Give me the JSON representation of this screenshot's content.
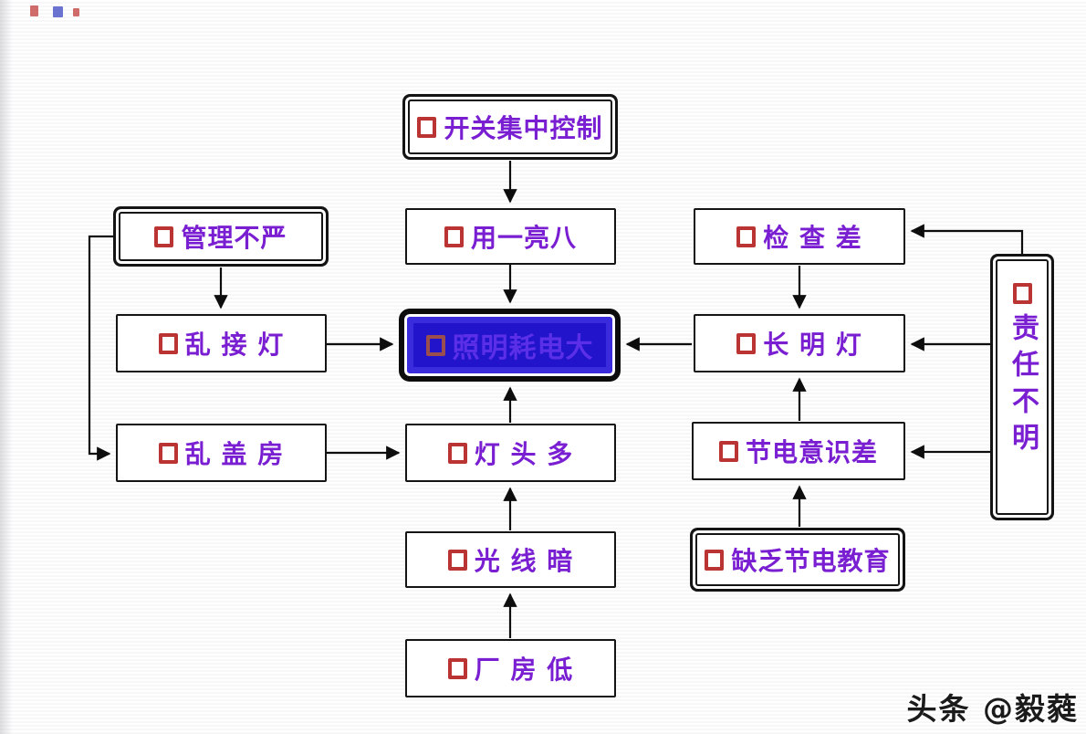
{
  "diagram": {
    "type": "cause-effect-flowchart",
    "subject": "照明耗电大 cause analysis",
    "nodes": [
      {
        "id": "switch-central-control",
        "label": "开关集中控制",
        "border": "double"
      },
      {
        "id": "one-switch-eight-lights",
        "label": "用一亮八",
        "border": "single"
      },
      {
        "id": "management-lax",
        "label": "管理不严",
        "border": "double"
      },
      {
        "id": "inspection-poor",
        "label": "检 查 差",
        "border": "single"
      },
      {
        "id": "random-wiring-lamps",
        "label": "乱 接 灯",
        "border": "single"
      },
      {
        "id": "lighting-power-consumption-high",
        "label": "照明耗电大",
        "border": "center-highlight"
      },
      {
        "id": "always-on-lamp",
        "label": "长 明 灯",
        "border": "single"
      },
      {
        "id": "responsibility-unclear",
        "label": "责任不明",
        "border": "double-vertical"
      },
      {
        "id": "random-built-rooms",
        "label": "乱 盖 房",
        "border": "single"
      },
      {
        "id": "many-lamp-heads",
        "label": "灯 头 多",
        "border": "single"
      },
      {
        "id": "energy-saving-awareness-poor",
        "label": "节电意识差",
        "border": "single"
      },
      {
        "id": "light-dim",
        "label": "光 线 暗",
        "border": "single"
      },
      {
        "id": "lack-energy-saving-education",
        "label": "缺乏节电教育",
        "border": "double"
      },
      {
        "id": "factory-building-low",
        "label": "厂 房 低",
        "border": "single"
      }
    ],
    "edges": [
      {
        "from": "switch-central-control",
        "to": "one-switch-eight-lights"
      },
      {
        "from": "one-switch-eight-lights",
        "to": "lighting-power-consumption-high"
      },
      {
        "from": "management-lax",
        "to": "random-wiring-lamps"
      },
      {
        "from": "management-lax",
        "to": "random-built-rooms"
      },
      {
        "from": "random-wiring-lamps",
        "to": "lighting-power-consumption-high"
      },
      {
        "from": "random-built-rooms",
        "to": "many-lamp-heads"
      },
      {
        "from": "many-lamp-heads",
        "to": "lighting-power-consumption-high"
      },
      {
        "from": "light-dim",
        "to": "many-lamp-heads"
      },
      {
        "from": "factory-building-low",
        "to": "light-dim"
      },
      {
        "from": "inspection-poor",
        "to": "always-on-lamp"
      },
      {
        "from": "always-on-lamp",
        "to": "lighting-power-consumption-high"
      },
      {
        "from": "energy-saving-awareness-poor",
        "to": "always-on-lamp"
      },
      {
        "from": "lack-energy-saving-education",
        "to": "energy-saving-awareness-poor"
      },
      {
        "from": "responsibility-unclear",
        "to": "inspection-poor"
      },
      {
        "from": "responsibility-unclear",
        "to": "always-on-lamp"
      },
      {
        "from": "responsibility-unclear",
        "to": "energy-saving-awareness-poor"
      }
    ],
    "colors": {
      "box_border": "#141414",
      "label_text": "#7a1ed2",
      "checkbox_square": "#bb3434",
      "center_fill": "#2114cb",
      "center_text": "#5b2fe8",
      "arrow": "#0d0d0d"
    }
  },
  "watermark": {
    "text": "头条 @毅蕤"
  }
}
